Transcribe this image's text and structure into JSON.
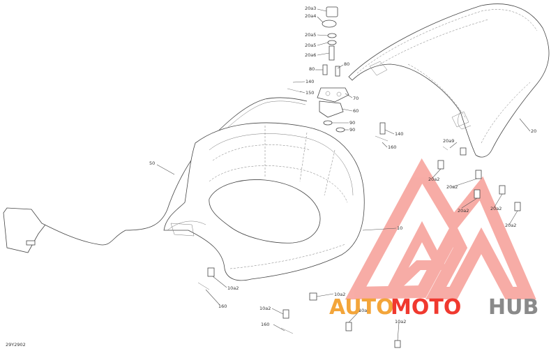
{
  "labels": {
    "p20a3": "20a3",
    "p20a4": "20a4",
    "p20a5a": "20a5",
    "p20a5b": "20a5",
    "p20a6": "20a6",
    "p80a": "80",
    "p80b": "80",
    "p140a": "140",
    "p140b": "140",
    "p150": "150",
    "p70": "70",
    "p60": "60",
    "p90a": "90",
    "p90b": "90",
    "p160a": "160",
    "p160b": "160",
    "p160c": "160",
    "p20": "20",
    "p20a9": "20a9",
    "p50": "50",
    "p10": "10",
    "p20a2a": "20a2",
    "p20a2b": "20a2",
    "p20a2c": "20a2",
    "p20a2d": "20a2",
    "p20a2e": "20a2",
    "p10a2a": "10a2",
    "p10a2b": "10a2",
    "p10a2c": "10a2",
    "p10a2d": "10a2",
    "p10a2e": "10a2",
    "code": "29Y2902"
  },
  "watermark": {
    "auto": "AUTO",
    "moto": "MOTO",
    "hub": "HUB",
    "color_red": "#f0392f",
    "color_orange": "#f3a53a",
    "color_gray": "#8a8a8a"
  }
}
